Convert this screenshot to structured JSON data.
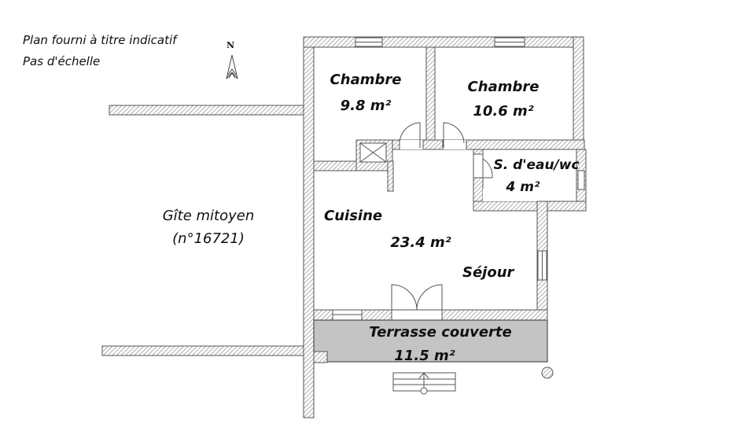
{
  "notes": {
    "line1": "Plan fourni à titre indicatif",
    "line2": "Pas d'échelle"
  },
  "compass": {
    "label": "N",
    "icon": "north-arrow-icon"
  },
  "neighbor": {
    "name": "Gîte mitoyen",
    "ref": "(n°16721)"
  },
  "rooms": [
    {
      "id": "chambre-1",
      "name": "Chambre",
      "area": "9.8 m²"
    },
    {
      "id": "chambre-2",
      "name": "Chambre",
      "area": "10.6 m²"
    },
    {
      "id": "salle-eau",
      "name": "S. d'eau/wc",
      "area": "4 m²"
    },
    {
      "id": "cuisine",
      "name": "Cuisine",
      "area": "23.4 m²"
    },
    {
      "id": "sejour",
      "name": "Séjour"
    },
    {
      "id": "terrasse",
      "name": "Terrasse couverte",
      "area": "11.5 m²"
    }
  ],
  "colors": {
    "wall_line": "#555555",
    "hatch": "#8a8a8a",
    "terrace_fill": "#c4c4c4",
    "text": "#111111"
  }
}
